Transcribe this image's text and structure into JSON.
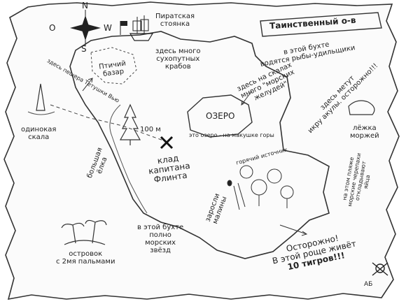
{
  "compass": {
    "north": "N",
    "south": "S",
    "east": "O",
    "west": "W"
  },
  "title": "Таинственный о-в",
  "labels": {
    "pirate_anchorage": [
      "Пиратская",
      "стоянка"
    ],
    "bird_market": [
      "Птичий",
      "базар"
    ],
    "cave_label": "здесь пещера Тетушки Вью",
    "crabs": [
      "здесь много",
      "сухопутных",
      "крабов"
    ],
    "fishing_bay": [
      "в этой бухте",
      "водятся рыбы-удильщики"
    ],
    "rocks_birds": [
      "здесь на скалах",
      "много \"морских",
      "желудей\""
    ],
    "sharks": [
      "здесь метут",
      "икру акулы. осторожно!!!"
    ],
    "lake": "ОЗЕРО",
    "lake_source": "это озеро - на макушке горы",
    "lone_rock": [
      "одинокая",
      "скала"
    ],
    "big_fir": [
      "большая",
      "ёлка"
    ],
    "distance": "100 м",
    "treasure": [
      "клад",
      "капитана",
      "Флинта"
    ],
    "hot_spring": "горячий источник",
    "thickets": [
      "заросли",
      "малины"
    ],
    "turtles": [
      "на этом пляже",
      "морские черепахи",
      "откладывают",
      "яйца"
    ],
    "walrus": [
      "лёжка",
      "моржей"
    ],
    "starfish": [
      "в этой бухте",
      "полно",
      "морских",
      "звёзд"
    ],
    "palm_island": [
      "островок",
      "с 2мя пальмами"
    ],
    "tigers": [
      "Осторожно!",
      "В этой роще живёт",
      "10 тигров!!!"
    ],
    "signature": "АБ"
  }
}
